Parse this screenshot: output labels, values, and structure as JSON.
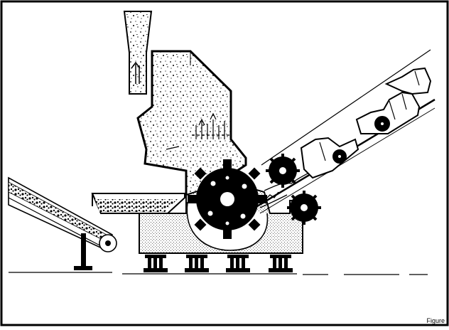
{
  "figure": {
    "caption": "Figure I"
  },
  "colors": {
    "ink": "#000000",
    "paper": "#ffffff",
    "dust": "#bdbdbd"
  },
  "components": [
    "outer-frame",
    "infeed-ramp",
    "car",
    "feed-roller",
    "shredder-rotor",
    "shredder-housing",
    "exhaust-stack",
    "vibrating-pan",
    "discharge-conveyor",
    "foundation-mounts"
  ]
}
